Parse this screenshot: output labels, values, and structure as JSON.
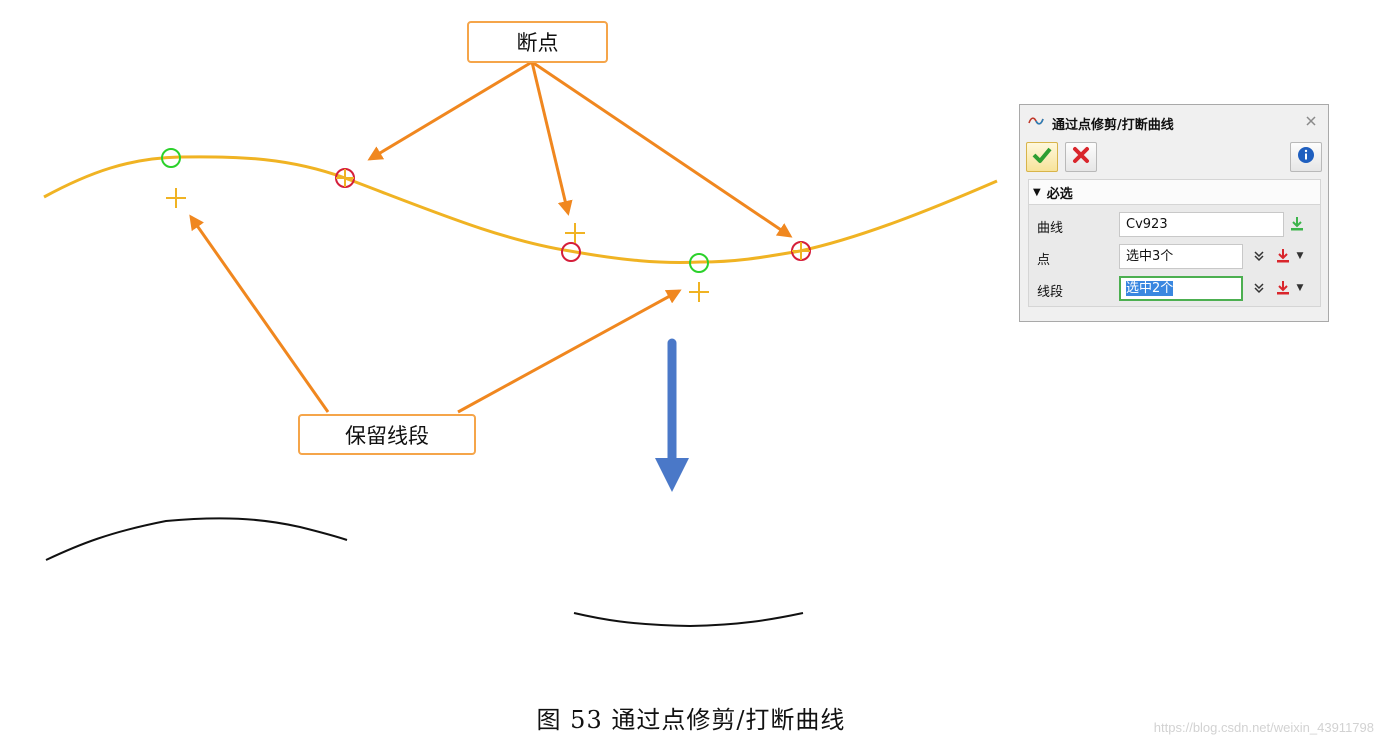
{
  "callouts": {
    "break_points": "断点",
    "keep_segments": "保留线段"
  },
  "caption": "图 53   通过点修剪/打断曲线",
  "watermark": "https://blog.csdn.net/weixin_43911798",
  "colors": {
    "curve": "#f0b323",
    "arrow": "#f0871f",
    "down_arrow": "#4a78c8",
    "keep_marker": "#2bd12b",
    "break_marker": "#d51e3a",
    "result_curve": "#111111"
  },
  "dialog": {
    "title": "通过点修剪/打断曲线",
    "title_icon": "wave-curve-icon",
    "close_icon": "close-icon",
    "ok_icon": "checkmark-icon",
    "cancel_icon": "cross-icon",
    "info_icon": "info-icon",
    "section": "必选",
    "rows": [
      {
        "label": "曲线",
        "value": "Cv923"
      },
      {
        "label": "点",
        "value": "选中3个"
      },
      {
        "label": "线段",
        "value": "选中2个"
      }
    ]
  }
}
